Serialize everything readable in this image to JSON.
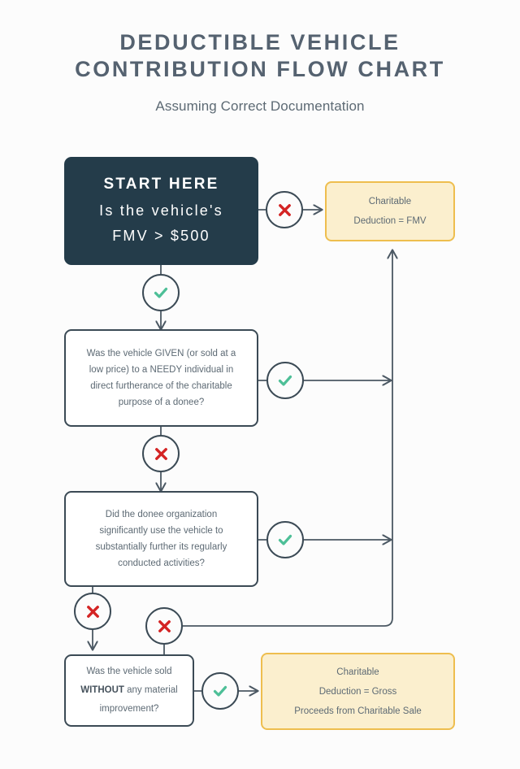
{
  "header": {
    "title_line1": "DEDUCTIBLE VEHICLE",
    "title_line2": "CONTRIBUTION FLOW CHART",
    "subtitle": "Assuming Correct Documentation"
  },
  "colors": {
    "background": "#fcfcfc",
    "start_box_fill": "#243c4a",
    "box_stroke": "#3b4a55",
    "text_gray": "#5d6a74",
    "result_fill": "#fbefce",
    "result_stroke": "#eebe4e",
    "check_green": "#4dbf97",
    "cross_red": "#d42424",
    "connector": "#4b5863"
  },
  "nodes": {
    "start": {
      "heading": "START HERE",
      "line1": "Is the vehicle's",
      "line2": "FMV > $500"
    },
    "q_needy": {
      "line1": "Was the vehicle GIVEN (or sold at a",
      "line2": "low price) to a NEEDY individual in",
      "line3": "direct furtherance of the charitable",
      "line4": "purpose of a donee?"
    },
    "q_significant_use": {
      "line1": "Did the donee organization",
      "line2": "significantly use the vehicle to",
      "line3": "substantially further its regularly",
      "line4": "conducted activities?"
    },
    "q_without_improvement": {
      "line1": "Was the vehicle sold",
      "line2_bold": "WITHOUT",
      "line2_rest": " any material",
      "line3": "improvement?"
    },
    "result_fmv": {
      "line1": "Charitable",
      "line2": "Deduction = FMV"
    },
    "result_gross": {
      "line1": "Charitable",
      "line2": "Deduction = Gross",
      "line3": "Proceeds from Charitable Sale"
    }
  },
  "badges": {
    "start_no": {
      "icon": "cross-icon"
    },
    "start_yes": {
      "icon": "check-icon"
    },
    "needy_yes": {
      "icon": "check-icon"
    },
    "needy_no": {
      "icon": "cross-icon"
    },
    "use_yes": {
      "icon": "check-icon"
    },
    "use_no": {
      "icon": "cross-icon"
    },
    "improvement_no": {
      "icon": "cross-icon"
    },
    "improvement_yes": {
      "icon": "check-icon"
    }
  }
}
